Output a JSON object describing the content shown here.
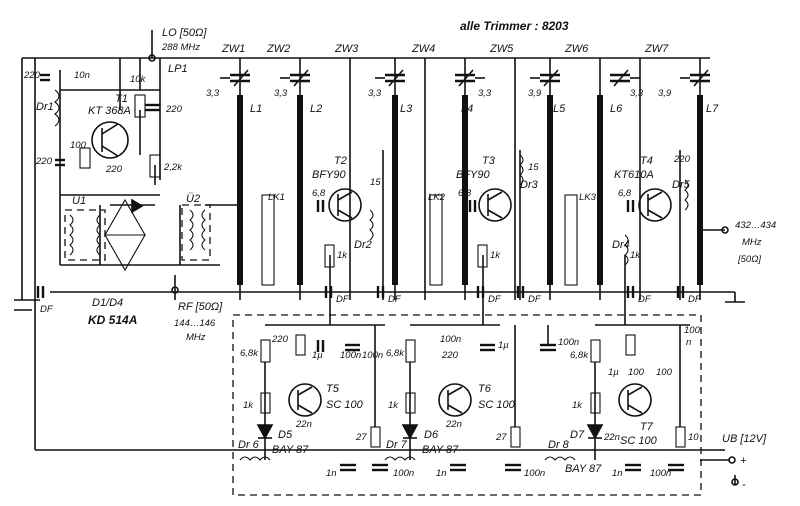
{
  "trimmers_note": "alle Trimmer : 8203",
  "lo_input": {
    "label": "LO [50Ω]",
    "freq": "288 MHz"
  },
  "rf_input": {
    "label": "RF [50Ω]",
    "freq": "144…146",
    "unit": "MHz"
  },
  "output": {
    "freq": "432…434",
    "unit": "MHz",
    "impedance": "[50Ω]"
  },
  "supply": {
    "label": "UB [12V]",
    "plus": "+",
    "minus": "-"
  },
  "filter_sections": [
    "ZW1",
    "ZW2",
    "ZW3",
    "ZW4",
    "ZW5",
    "ZW6",
    "ZW7"
  ],
  "coils": [
    "L1",
    "L2",
    "L3",
    "L4",
    "L5",
    "L6",
    "L7"
  ],
  "links": [
    "LK1",
    "LK2",
    "LK3"
  ],
  "oscillator": {
    "lp": "LP1",
    "dr1": "Dr1",
    "t1": "T1",
    "t1_type": "KT 368A",
    "c220a": "220",
    "c10n": "10n",
    "r10k": "10k",
    "c220b": "220",
    "c220c": "220",
    "r100": "100",
    "c220d": "220",
    "r22k": "2,2k"
  },
  "mixer": {
    "u1": "Ü1",
    "u2": "Ü2",
    "diodes": "D1/D4",
    "diode_type": "KD 514A"
  },
  "trimmer_caps": [
    "3,3",
    "3,3",
    "3,3",
    "3,3",
    "3,9",
    "3,3",
    "3,9"
  ],
  "stages": [
    {
      "t": "T2",
      "type": "BFY90",
      "c": "6,8",
      "r": "1k",
      "dr": "Dr2",
      "c15": "15"
    },
    {
      "t": "T3",
      "type": "BFY90",
      "c": "6,8",
      "r": "1k",
      "dr": "Dr3",
      "c15": "15"
    },
    {
      "t": "T4",
      "type": "KT610A",
      "c": "6,8",
      "r": "1k",
      "dr": "Dr4",
      "dr5": "Dr5",
      "c220": "220"
    }
  ],
  "df": "DF",
  "bias": [
    {
      "t": "T5",
      "type": "SC 100",
      "r68": "6,8k",
      "c220": "220",
      "c1u": "1µ",
      "c100n": "100n",
      "c100n2": "100n",
      "r1k": "1k",
      "c22n": "22n",
      "d": "D5",
      "dtype": "BAY 87",
      "dr": "Dr 6",
      "r27": "27",
      "c1n": "1n",
      "c100nb": "100n"
    },
    {
      "t": "T6",
      "type": "SC 100",
      "r68": "6,8k",
      "c220": "220",
      "c1u": "1µ",
      "c100n": "100n",
      "c100n2": "",
      "r1k": "1k",
      "c22n": "22n",
      "d": "D6",
      "dtype": "BAY 87",
      "dr": "Dr 7",
      "r27": "27",
      "c1n": "1n",
      "c100nb": "100n"
    },
    {
      "t": "T7",
      "type": "SC 100",
      "r68": "6,8k",
      "c220": "100",
      "c1u": "1µ",
      "c100n": "100n",
      "c100n2": "100",
      "r1k": "1k",
      "c22n": "22n",
      "d": "D7",
      "dtype": "BAY 87",
      "dr": "Dr 8",
      "r27": "10",
      "c1n": "1n",
      "c100nb": "100n",
      "c100n_top": "100",
      "c100n_top2": "n"
    }
  ]
}
